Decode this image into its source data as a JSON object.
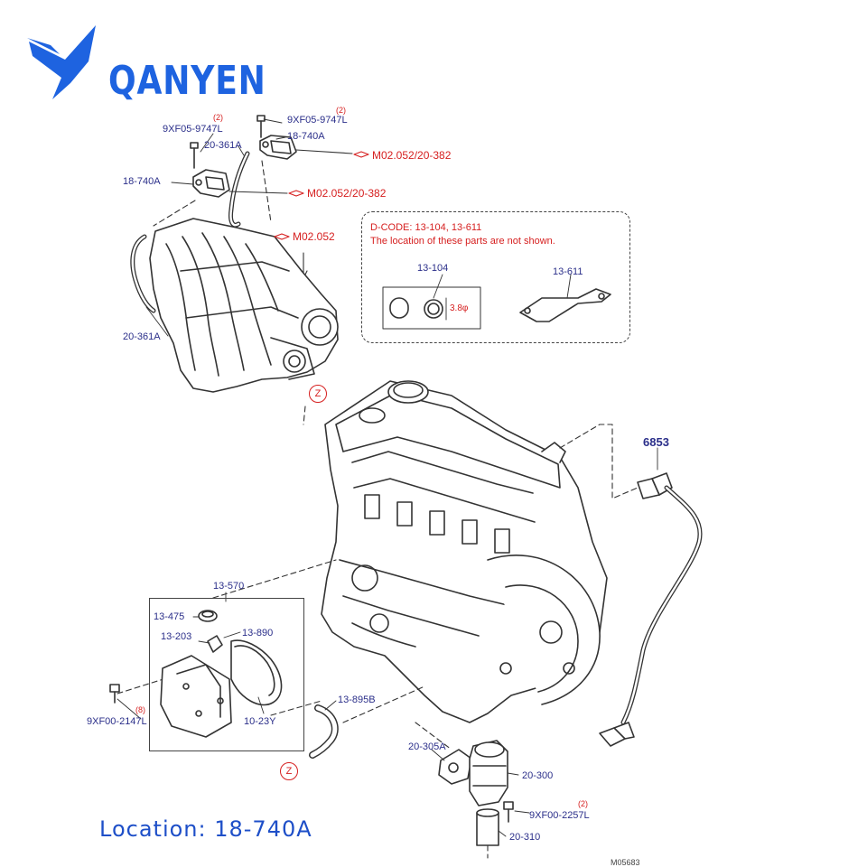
{
  "brand": {
    "name": "QANYEN",
    "color": "#1e63e0",
    "logo_icon": "bird-logo-icon"
  },
  "caption": {
    "location_text": "Location: 18-740A",
    "color": "#1e4fc8"
  },
  "callouts": {
    "bolt_top_left": "9XF05-9747L",
    "bolt_top_left_qty": "(2)",
    "bolt_top_right": "9XF05-9747L",
    "bolt_top_right_qty": "(2)",
    "sensor_upper": "18-740A",
    "sensor_lower": "18-740A",
    "hose_upper": "20-361A",
    "hose_lower": "20-361A",
    "sensor_link_upper": "M02.052/20-382",
    "sensor_link_lower": "M02.052/20-382",
    "manifold_link": "M02.052",
    "z_marker": "Z",
    "label_6853": "6853",
    "cover_assembly": "13-570",
    "cap": "13-475",
    "valve": "13-203",
    "gasket": "13-890",
    "cover_bolt": "9XF00-2147L",
    "cover_bolt_qty": "(8)",
    "cover_gasket": "10-23Y",
    "pcv_hose": "13-895B",
    "egr_gasket": "20-305A",
    "egr_valve": "20-300",
    "egr_bolt": "9XF00-2257L",
    "egr_bolt_qty": "(2)",
    "egr_pipe": "20-310",
    "corner_code": "M05683"
  },
  "dcode_box": {
    "title": "D-CODE: 13-104, 13-611",
    "note": "The location of these parts are not shown.",
    "part_a": "13-104",
    "part_a_dim": "3.8φ",
    "part_b": "13-611"
  },
  "colors": {
    "label": "#2b2f8a",
    "reference": "#d62020",
    "linework": "#333333"
  }
}
